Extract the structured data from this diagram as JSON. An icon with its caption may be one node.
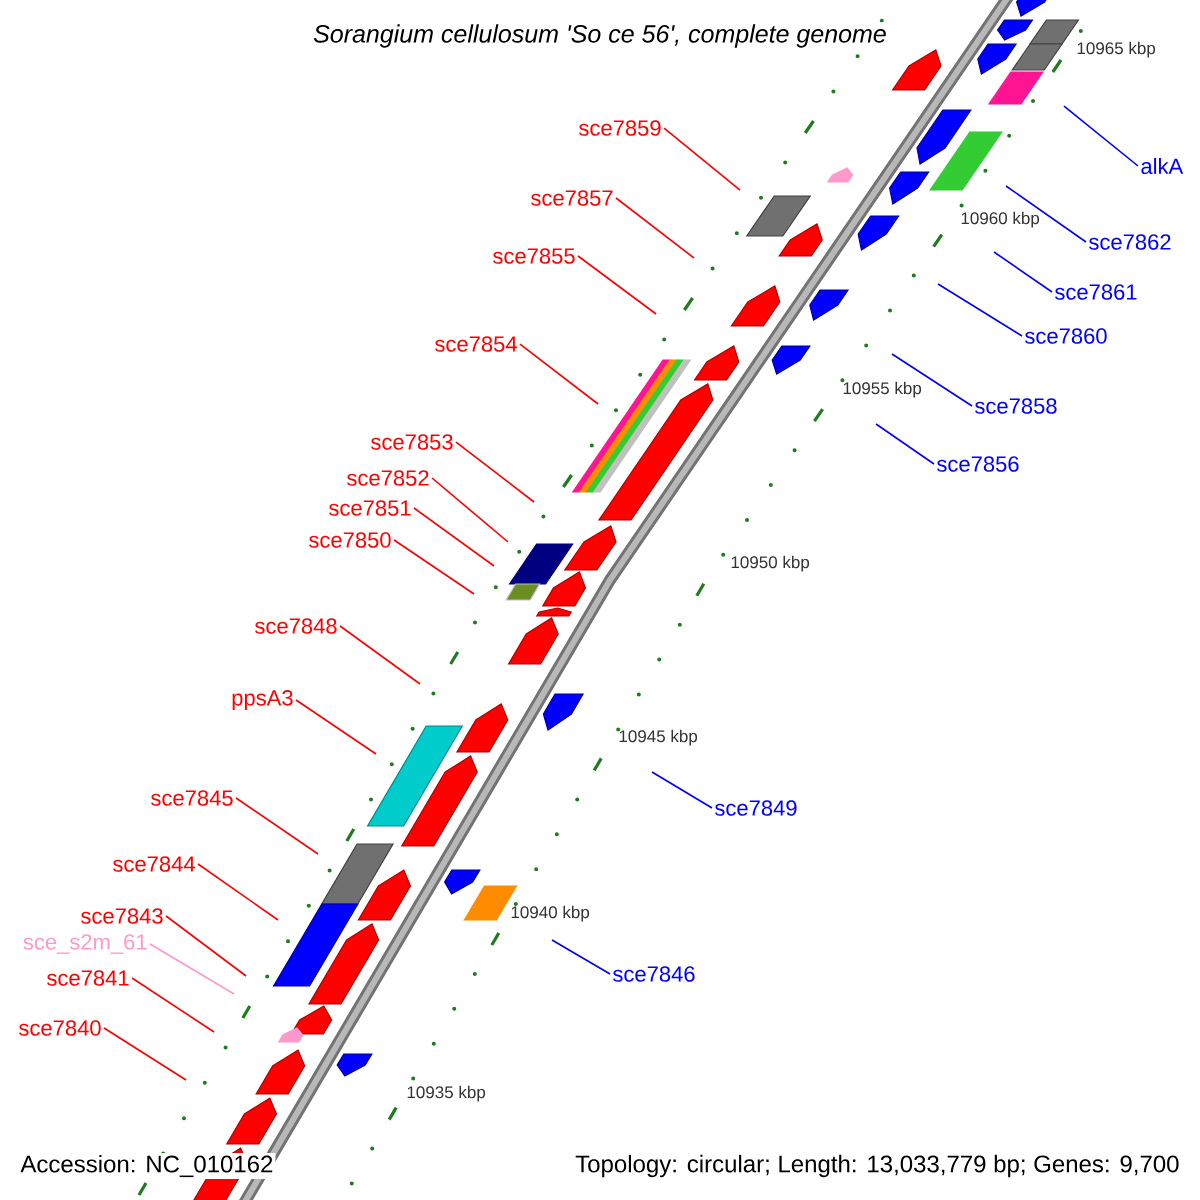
{
  "diagram": {
    "title": "Sorangium cellulosum 'So ce 56', complete genome",
    "nodes": [
      {
        "text": [
          "sce7859"
        ]
      },
      {
        "text": [
          "alkA"
        ]
      },
      {
        "text": [
          "sce7857"
        ]
      },
      {
        "text": [
          "sce7862"
        ]
      },
      {
        "text": [
          "sce7855"
        ]
      },
      {
        "text": [
          "sce7861"
        ]
      },
      {
        "text": [
          "sce7860"
        ]
      },
      {
        "text": [
          "sce7854"
        ]
      },
      {
        "text": [
          "sce7858"
        ]
      },
      {
        "text": [
          "sce7853"
        ]
      },
      {
        "text": [
          "sce7856"
        ]
      },
      {
        "text": [
          "sce7852"
        ]
      },
      {
        "text": [
          "sce7851"
        ]
      },
      {
        "text": [
          "sce7850"
        ]
      },
      {
        "text": [
          "sce7848"
        ]
      },
      {
        "text": [
          "ppsA3"
        ]
      },
      {
        "text": [
          "sce7845"
        ]
      },
      {
        "text": [
          "sce7849"
        ]
      },
      {
        "text": [
          "sce7844"
        ]
      },
      {
        "text": [
          "sce7843"
        ]
      },
      {
        "text": [
          "sce_s2m_61"
        ]
      },
      {
        "text": [
          "sce7846"
        ]
      },
      {
        "text": [
          "sce7841"
        ]
      },
      {
        "text": [
          "sce7840"
        ]
      }
    ],
    "edges": [
      {
        "from": 0,
        "to": null,
        "arrow": "none"
      },
      {
        "from": 1,
        "to": null,
        "arrow": "none",
        "color": "#0000ff"
      },
      {
        "from": 2,
        "to": null,
        "arrow": "none"
      },
      {
        "from": 3,
        "to": null,
        "arrow": "none",
        "color": "#0000ff"
      },
      {
        "from": 4,
        "to": null,
        "arrow": "none"
      },
      {
        "from": 5,
        "to": null,
        "arrow": "none",
        "color": "#0000ff"
      },
      {
        "from": 6,
        "to": null,
        "arrow": "none",
        "color": "#0000ff"
      },
      {
        "from": 7,
        "to": null,
        "arrow": "none"
      },
      {
        "from": 8,
        "to": null,
        "arrow": "none",
        "color": "#0000ff"
      },
      {
        "from": 9,
        "to": null,
        "arrow": "none"
      },
      {
        "from": 10,
        "to": null,
        "arrow": "none",
        "color": "#0000ff"
      },
      {
        "from": 11,
        "to": null,
        "arrow": "none"
      },
      {
        "from": 12,
        "to": null,
        "arrow": "none"
      },
      {
        "from": 13,
        "to": null,
        "arrow": "none"
      },
      {
        "from": 14,
        "to": null,
        "arrow": "none"
      },
      {
        "from": 15,
        "to": null,
        "arrow": "none"
      },
      {
        "from": 16,
        "to": null,
        "arrow": "none"
      },
      {
        "from": 17,
        "to": null,
        "arrow": "none",
        "color": "#0000ff"
      },
      {
        "from": 18,
        "to": null,
        "arrow": "none"
      },
      {
        "from": 19,
        "to": null,
        "arrow": "none"
      },
      {
        "from": 20,
        "to": null,
        "arrow": "none",
        "color": "#ff99cc"
      },
      {
        "from": 21,
        "to": null,
        "arrow": "none",
        "color": "#0000ff"
      },
      {
        "from": 22,
        "to": null,
        "arrow": "none"
      },
      {
        "from": 23,
        "to": null,
        "arrow": "none"
      }
    ],
    "labels": [
      "10965 kbp",
      "10960 kbp",
      "10955 kbp",
      "10950 kbp",
      "10945 kbp",
      "10940 kbp",
      "10935 kbp",
      "Accession: NC_010162",
      "Topology: circular; Length: 13,033,779 bp; Genes: 9,700"
    ]
  }
}
